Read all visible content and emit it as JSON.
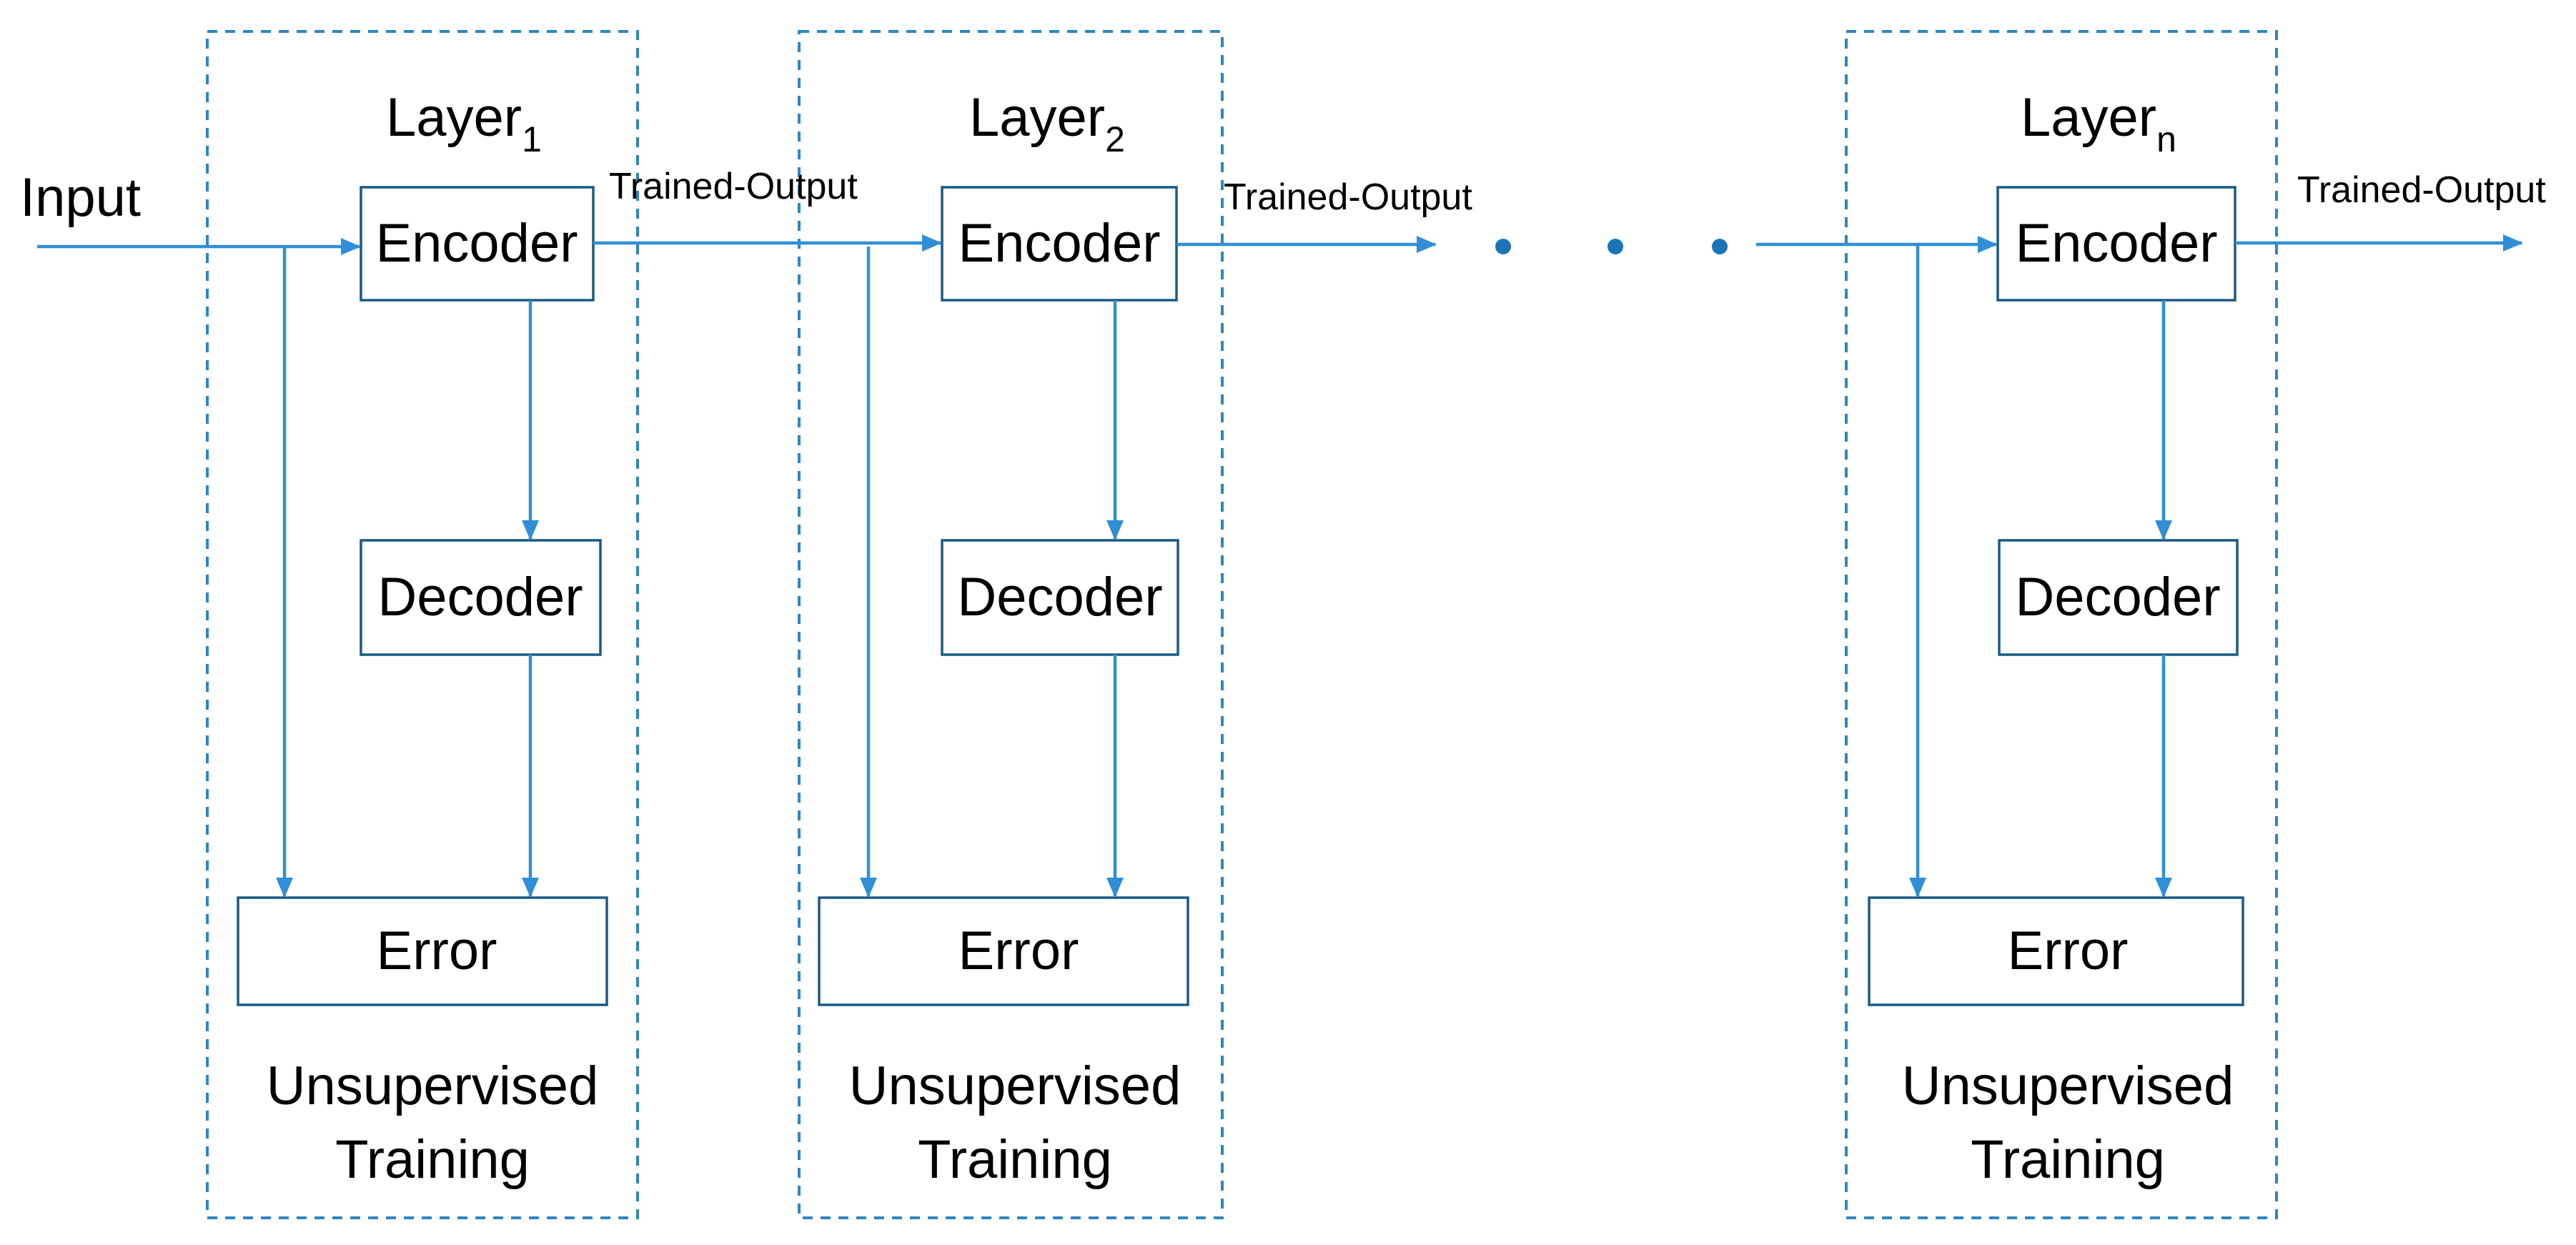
{
  "input_label": "Input",
  "layers": [
    {
      "name": "Layer",
      "subscript": "1",
      "encoder": "Encoder",
      "decoder": "Decoder",
      "error": "Error",
      "training_line1": "Unsupervised",
      "training_line2": "Training",
      "output_label": "Trained-Output"
    },
    {
      "name": "Layer",
      "subscript": "2",
      "encoder": "Encoder",
      "decoder": "Decoder",
      "error": "Error",
      "training_line1": "Unsupervised",
      "training_line2": "Training",
      "output_label": "Trained-Output"
    },
    {
      "name": "Layer",
      "subscript": "n",
      "encoder": "Encoder",
      "decoder": "Decoder",
      "error": "Error",
      "training_line1": "Unsupervised",
      "training_line2": "Training",
      "output_label": "Trained-Output"
    }
  ],
  "colors": {
    "arrow": "#2f8fd6",
    "frame": "#2e86c1",
    "box_border": "#1a5a85",
    "dots": "#1b74b8"
  }
}
